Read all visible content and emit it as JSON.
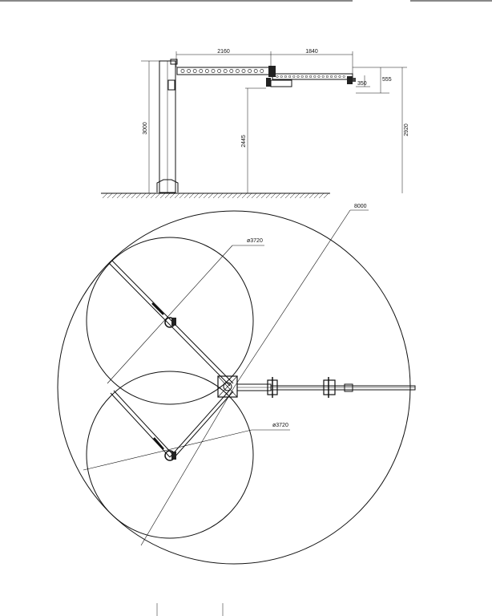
{
  "drawing": {
    "elevation": {
      "dims": {
        "jib_length_1": "2160",
        "jib_length_2": "1840",
        "column_height": "3000",
        "hook_height": "2445",
        "overall_height": "2920",
        "arm_drop": "555",
        "hoist_drop": "350"
      }
    },
    "plan": {
      "dims": {
        "outer_radius_label": "8000",
        "circle_upper_label": "ø3720",
        "circle_lower_label": "ø3720"
      }
    }
  }
}
